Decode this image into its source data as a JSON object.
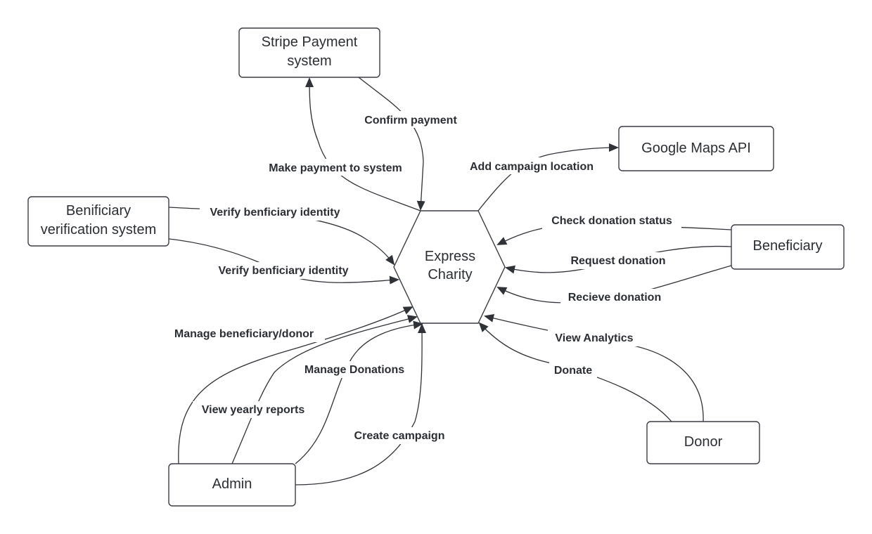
{
  "diagram": {
    "center": {
      "label_line1": "Express",
      "label_line2": "Charity"
    },
    "nodes": {
      "stripe": {
        "line1": "Stripe Payment",
        "line2": "system"
      },
      "google": {
        "label": "Google Maps API"
      },
      "verification": {
        "line1": "Benificiary",
        "line2": "verification system"
      },
      "beneficiary": {
        "label": "Beneficiary"
      },
      "donor": {
        "label": "Donor"
      },
      "admin": {
        "label": "Admin"
      }
    },
    "edges": {
      "confirm_payment": "Confirm payment",
      "make_payment": "Make payment to system",
      "add_campaign_location": "Add campaign location",
      "verify_identity_1": "Verify benficiary identity",
      "verify_identity_2": "Verify benficiary identity",
      "check_donation_status": "Check donation status",
      "request_donation": "Request donation",
      "recieve_donation": "Recieve donation",
      "view_analytics": "View Analytics",
      "donate": "Donate",
      "manage_beneficiary_donor": "Manage beneficiary/donor",
      "manage_donations": "Manage Donations",
      "view_yearly_reports": "View yearly reports",
      "create_campaign": "Create campaign"
    }
  }
}
